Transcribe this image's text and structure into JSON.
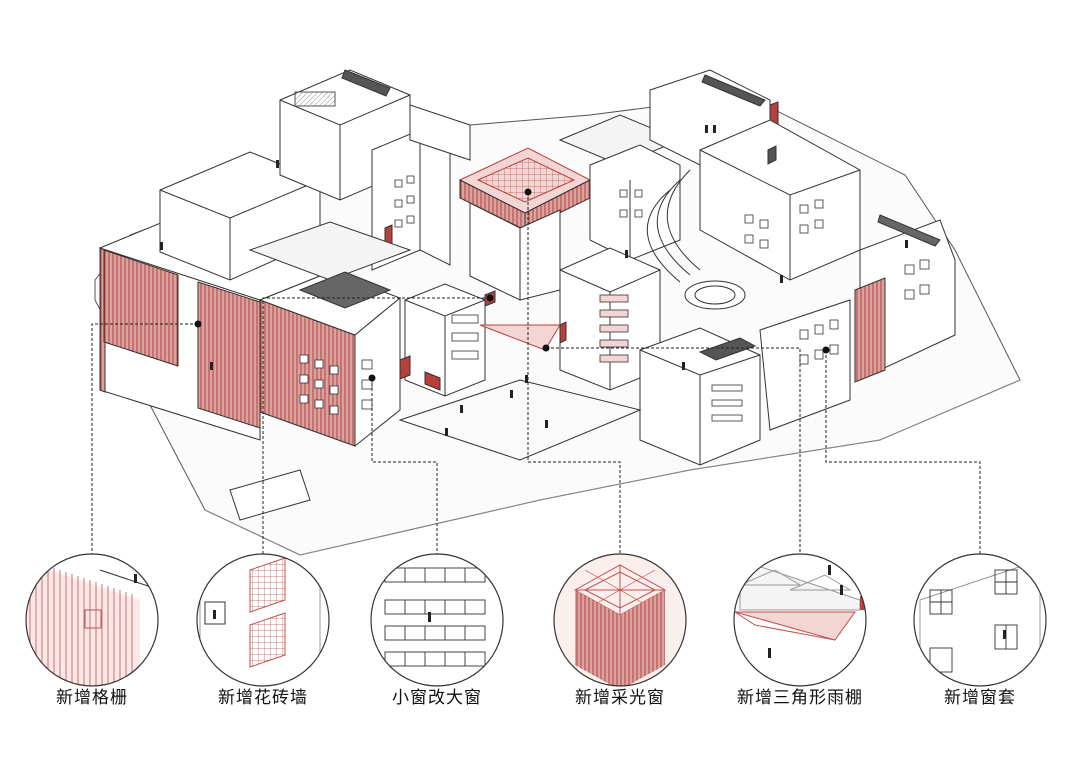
{
  "diagram": {
    "accent_color": "#c0504d",
    "line_color": "#333333",
    "callouts": [
      {
        "id": "grille",
        "label": "新增格栅",
        "icon": "vertical-grille-detail"
      },
      {
        "id": "brick-wall",
        "label": "新增花砖墙",
        "icon": "perforated-brick-wall-detail"
      },
      {
        "id": "enlarged-window",
        "label": "小窗改大窗",
        "icon": "enlarged-window-detail"
      },
      {
        "id": "skylight",
        "label": "新增采光窗",
        "icon": "skylight-detail"
      },
      {
        "id": "canopy",
        "label": "新增三角形雨棚",
        "icon": "triangular-canopy-detail"
      },
      {
        "id": "window-frame",
        "label": "新增窗套",
        "icon": "window-frame-detail"
      }
    ]
  }
}
